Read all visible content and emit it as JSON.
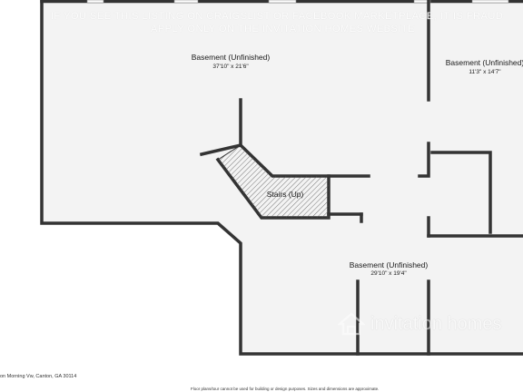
{
  "watermark": {
    "line1": "IF YOU SEE THIS LISTING ON CRAIGSLIST OR FACEBOOK MARKETPLACE, IT IS FRAUD",
    "line2": "APPLY ONLY ON THE INVITATION HOMES WEBSITE"
  },
  "rooms": {
    "basement_left": {
      "name": "Basement (Unfinished)",
      "dim": "37'10\" x 21'6\""
    },
    "basement_right": {
      "name": "Basement (Unfinished)",
      "dim": "11'3\" x 14'7\""
    },
    "basement_bottom": {
      "name": "Basement (Unfinished)",
      "dim": "29'10\" x 19'4\""
    },
    "stairs": {
      "name": "Stairs (Up)"
    }
  },
  "brand": {
    "name": "invitation homes"
  },
  "footer": {
    "address": "on Morning Vw, Canton, GA 30114",
    "disclaimer": "Floor plans/tour cannot be used for building or design purposes. Sizes and dimensions are approximate."
  },
  "colors": {
    "wall": "#333333",
    "floor": "#f3f3f3"
  }
}
